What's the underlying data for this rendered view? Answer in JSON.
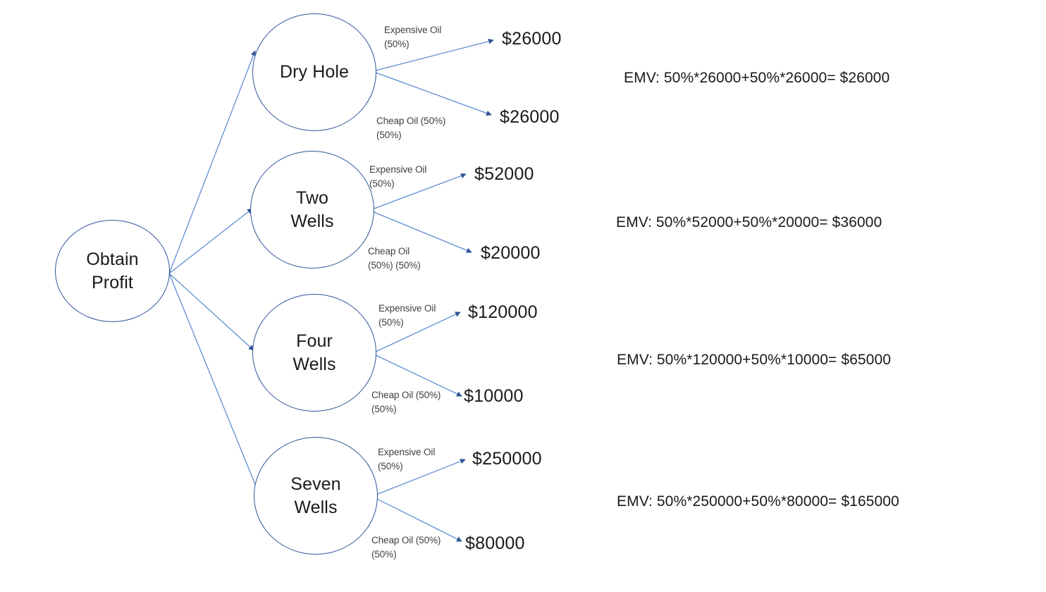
{
  "diagram": {
    "type": "decision-tree",
    "root": {
      "label": "Obtain\nProfit"
    },
    "colors": {
      "node_stroke": "#2E5496",
      "edge": "#5B8BD0",
      "arrowhead": "#2F5597",
      "text": "#1a1a1a",
      "label_text": "#3f3f3f",
      "background": "#ffffff"
    },
    "branches": [
      {
        "node": "Dry Hole",
        "node_label": "Dry Hole",
        "outcomes": [
          {
            "label": "Expensive Oil\n(50%)",
            "probability": "50%",
            "payoff": "$26000",
            "value": 26000
          },
          {
            "label": "Cheap Oil (50%)\n(50%)",
            "probability": "50%",
            "payoff": "$26000",
            "value": 26000
          }
        ],
        "emv": "EMV: 50%*26000+50%*26000=  $26000",
        "emv_value": 26000
      },
      {
        "node": "Two Wells",
        "node_label": "Two\nWells",
        "outcomes": [
          {
            "label": "Expensive Oil\n(50%)",
            "probability": "50%",
            "payoff": "$52000",
            "value": 52000
          },
          {
            "label": "Cheap Oil\n(50%) (50%)",
            "probability": "50%",
            "payoff": "$20000",
            "value": 20000
          }
        ],
        "emv": "EMV: 50%*52000+50%*20000=  $36000",
        "emv_value": 36000
      },
      {
        "node": "Four Wells",
        "node_label": "Four\nWells",
        "outcomes": [
          {
            "label": "Expensive Oil\n(50%)",
            "probability": "50%",
            "payoff": "$120000",
            "value": 120000
          },
          {
            "label": "Cheap Oil (50%)\n(50%)",
            "probability": "50%",
            "payoff": "$10000",
            "value": 10000
          }
        ],
        "emv": "EMV: 50%*120000+50%*10000=  $65000",
        "emv_value": 65000
      },
      {
        "node": "Seven Wells",
        "node_label": "Seven\nWells",
        "outcomes": [
          {
            "label": "Expensive Oil\n(50%)",
            "probability": "50%",
            "payoff": "$250000",
            "value": 250000
          },
          {
            "label": "Cheap Oil (50%)\n(50%)",
            "probability": "50%",
            "payoff": "$80000",
            "value": 80000
          }
        ],
        "emv": "EMV: 50%*250000+50%*80000=  $165000",
        "emv_value": 165000
      }
    ]
  }
}
